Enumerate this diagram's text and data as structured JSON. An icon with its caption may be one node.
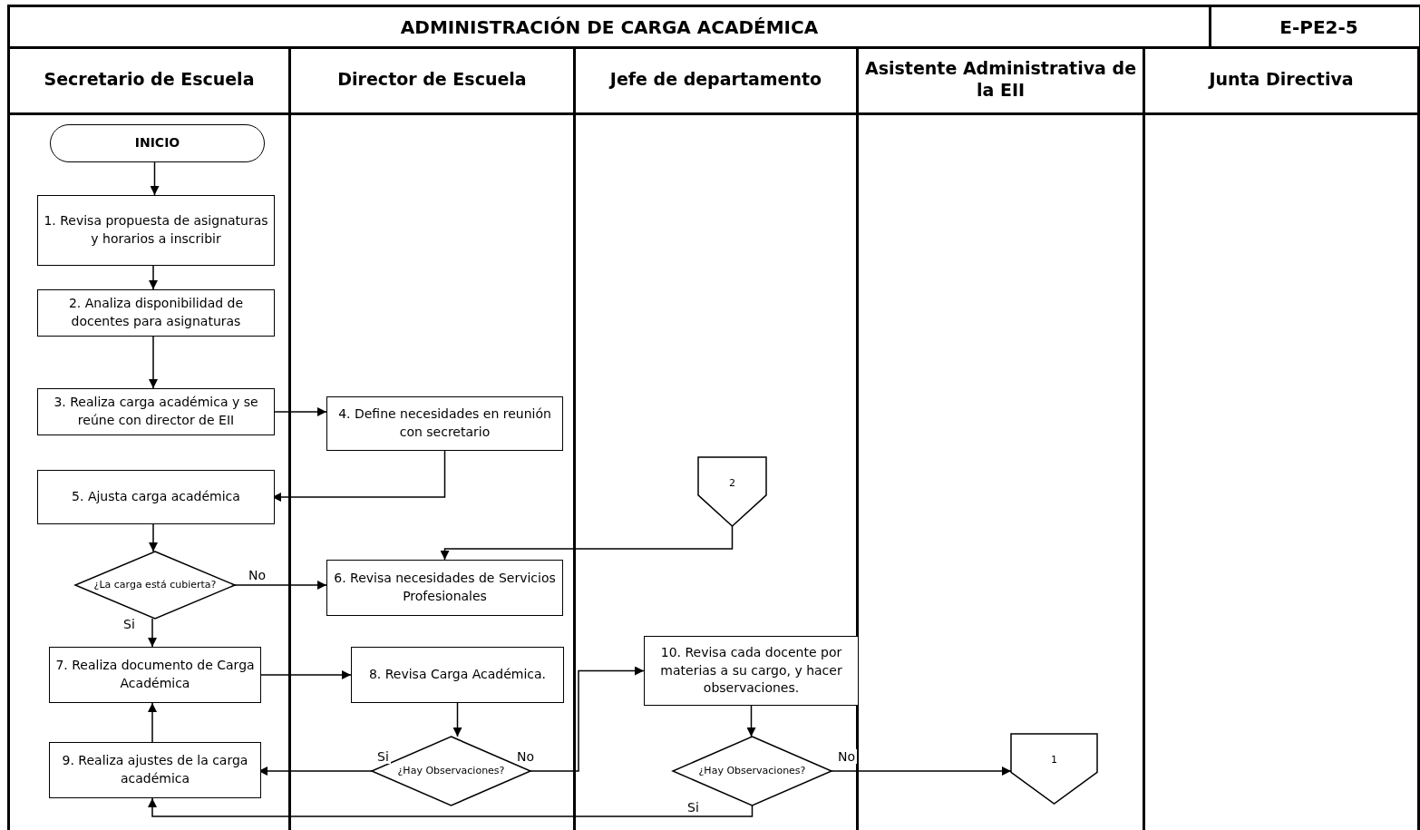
{
  "diagram": {
    "title": "ADMINISTRACIÓN DE CARGA ACADÉMICA",
    "nodes": [
      {
        "text": [
          "Secretario de Escuela"
        ]
      },
      {
        "text": [
          "Director de Escuela"
        ]
      },
      {
        "text": [
          "Jefe de departamento"
        ]
      },
      {
        "text": [
          "Asistente Administrativa de la EII"
        ]
      },
      {
        "text": [
          "Junta Directiva"
        ]
      },
      {
        "text": [
          "INICIO"
        ],
        "in": 0
      },
      {
        "text": [
          "1. Revisa propuesta de asignaturas y horarios a inscribir"
        ],
        "in": 0
      },
      {
        "text": [
          "2. Analiza disponibilidad de docentes para asignaturas"
        ],
        "in": 0
      },
      {
        "text": [
          "3. Realiza carga académica y se reúne con director de EII"
        ],
        "in": 0
      },
      {
        "text": [
          "4. Define necesidades en reunión con secretario"
        ],
        "in": 1
      },
      {
        "text": [
          "5. Ajusta carga académica"
        ],
        "in": 0
      },
      {
        "text": [
          "¿La carga está cubierta?"
        ],
        "in": 0
      },
      {
        "text": [
          "6. Revisa necesidades de Servicios Profesionales"
        ],
        "in": 1
      },
      {
        "text": [
          "2"
        ],
        "in": 2
      },
      {
        "text": [
          "7. Realiza documento de Carga Académica"
        ],
        "in": 0
      },
      {
        "text": [
          "8.  Revisa Carga Académica."
        ],
        "in": 1
      },
      {
        "text": [
          "9. Realiza ajustes de la carga académica"
        ],
        "in": 0
      },
      {
        "text": [
          "¿Hay Observaciones?"
        ],
        "in": 1
      },
      {
        "text": [
          "10. Revisa cada docente por materias a su cargo, y hacer observaciones."
        ],
        "in": 2
      },
      {
        "text": [
          "¿Hay Observaciones?"
        ],
        "in": 2
      },
      {
        "text": [
          "1"
        ],
        "in": 3
      }
    ],
    "edges": [
      {
        "from": 5,
        "to": 6,
        "arrow": "to"
      },
      {
        "from": 6,
        "to": 7,
        "arrow": "to"
      },
      {
        "from": 7,
        "to": 8,
        "arrow": "to"
      },
      {
        "from": 8,
        "to": 9,
        "arrow": "to"
      },
      {
        "from": 9,
        "to": 10,
        "arrow": "to"
      },
      {
        "from": 10,
        "to": 11,
        "arrow": "to"
      },
      {
        "from": 11,
        "to": 12,
        "arrow": "to",
        "label": "No"
      },
      {
        "from": 11,
        "to": 14,
        "arrow": "to",
        "label": "Si"
      },
      {
        "from": 13,
        "to": 12,
        "arrow": "to"
      },
      {
        "from": 14,
        "to": 15,
        "arrow": "to"
      },
      {
        "from": 15,
        "to": 17,
        "arrow": "to"
      },
      {
        "from": 17,
        "to": 16,
        "arrow": "to",
        "label": "Si"
      },
      {
        "from": 17,
        "to": 18,
        "arrow": "to",
        "label": "No"
      },
      {
        "from": 16,
        "to": 14,
        "arrow": "to"
      },
      {
        "from": 18,
        "to": 19,
        "arrow": "to"
      },
      {
        "from": 19,
        "to": 20,
        "arrow": "to",
        "label": "No"
      },
      {
        "from": 19,
        "to": 16,
        "arrow": "to",
        "label": "Si"
      }
    ],
    "labels": [
      "E-PE2-5"
    ]
  }
}
